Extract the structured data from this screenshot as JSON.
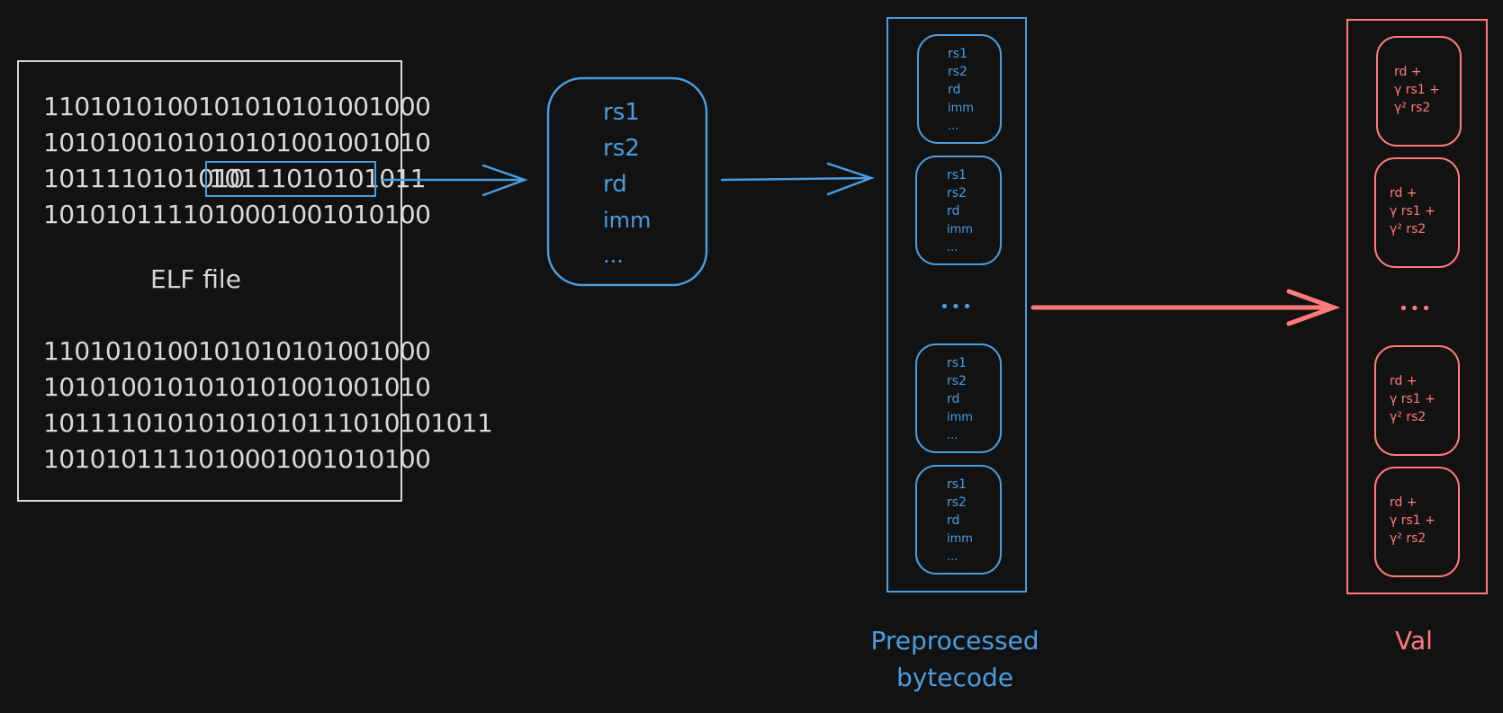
{
  "colors": {
    "background": "#121212",
    "elf": "#d9d9d9",
    "bytecode": "#4a9de0",
    "val": "#ff7b7b"
  },
  "elf_file": {
    "label": "ELF file",
    "top_lines": [
      "1101010100101010101001000",
      "1010100101010101001001010",
      "1011110101010",
      "1010101111010001001010100"
    ],
    "highlighted_prefix": "1011110101010",
    "highlighted_segment": "1011101010101​1",
    "bottom_lines": [
      "1101010100101010101001000",
      "1010100101010101001001010",
      "10111101010101010111010101011",
      "1010101111010001001010100"
    ]
  },
  "decoded_instruction": {
    "fields": [
      "rs1",
      "rs2",
      "rd",
      "imm",
      "..."
    ]
  },
  "preprocessed": {
    "label_line1": "Preprocessed",
    "label_line2": "bytecode",
    "entries": [
      [
        "rs1",
        "rs2",
        "rd",
        "imm",
        "..."
      ],
      [
        "rs1",
        "rs2",
        "rd",
        "imm",
        "..."
      ],
      [
        "rs1",
        "rs2",
        "rd",
        "imm",
        "..."
      ],
      [
        "rs1",
        "rs2",
        "rd",
        "imm",
        "..."
      ]
    ],
    "ellipsis": "•••"
  },
  "val": {
    "label": "Val",
    "entries": [
      [
        "rd +",
        "γ rs1 +",
        "γ² rs2"
      ],
      [
        "rd +",
        "γ rs1 +",
        "γ² rs2"
      ],
      [
        "rd +",
        "γ rs1 +",
        "γ² rs2"
      ],
      [
        "rd +",
        "γ rs1 +",
        "γ² rs2"
      ]
    ],
    "ellipsis": "•••"
  }
}
